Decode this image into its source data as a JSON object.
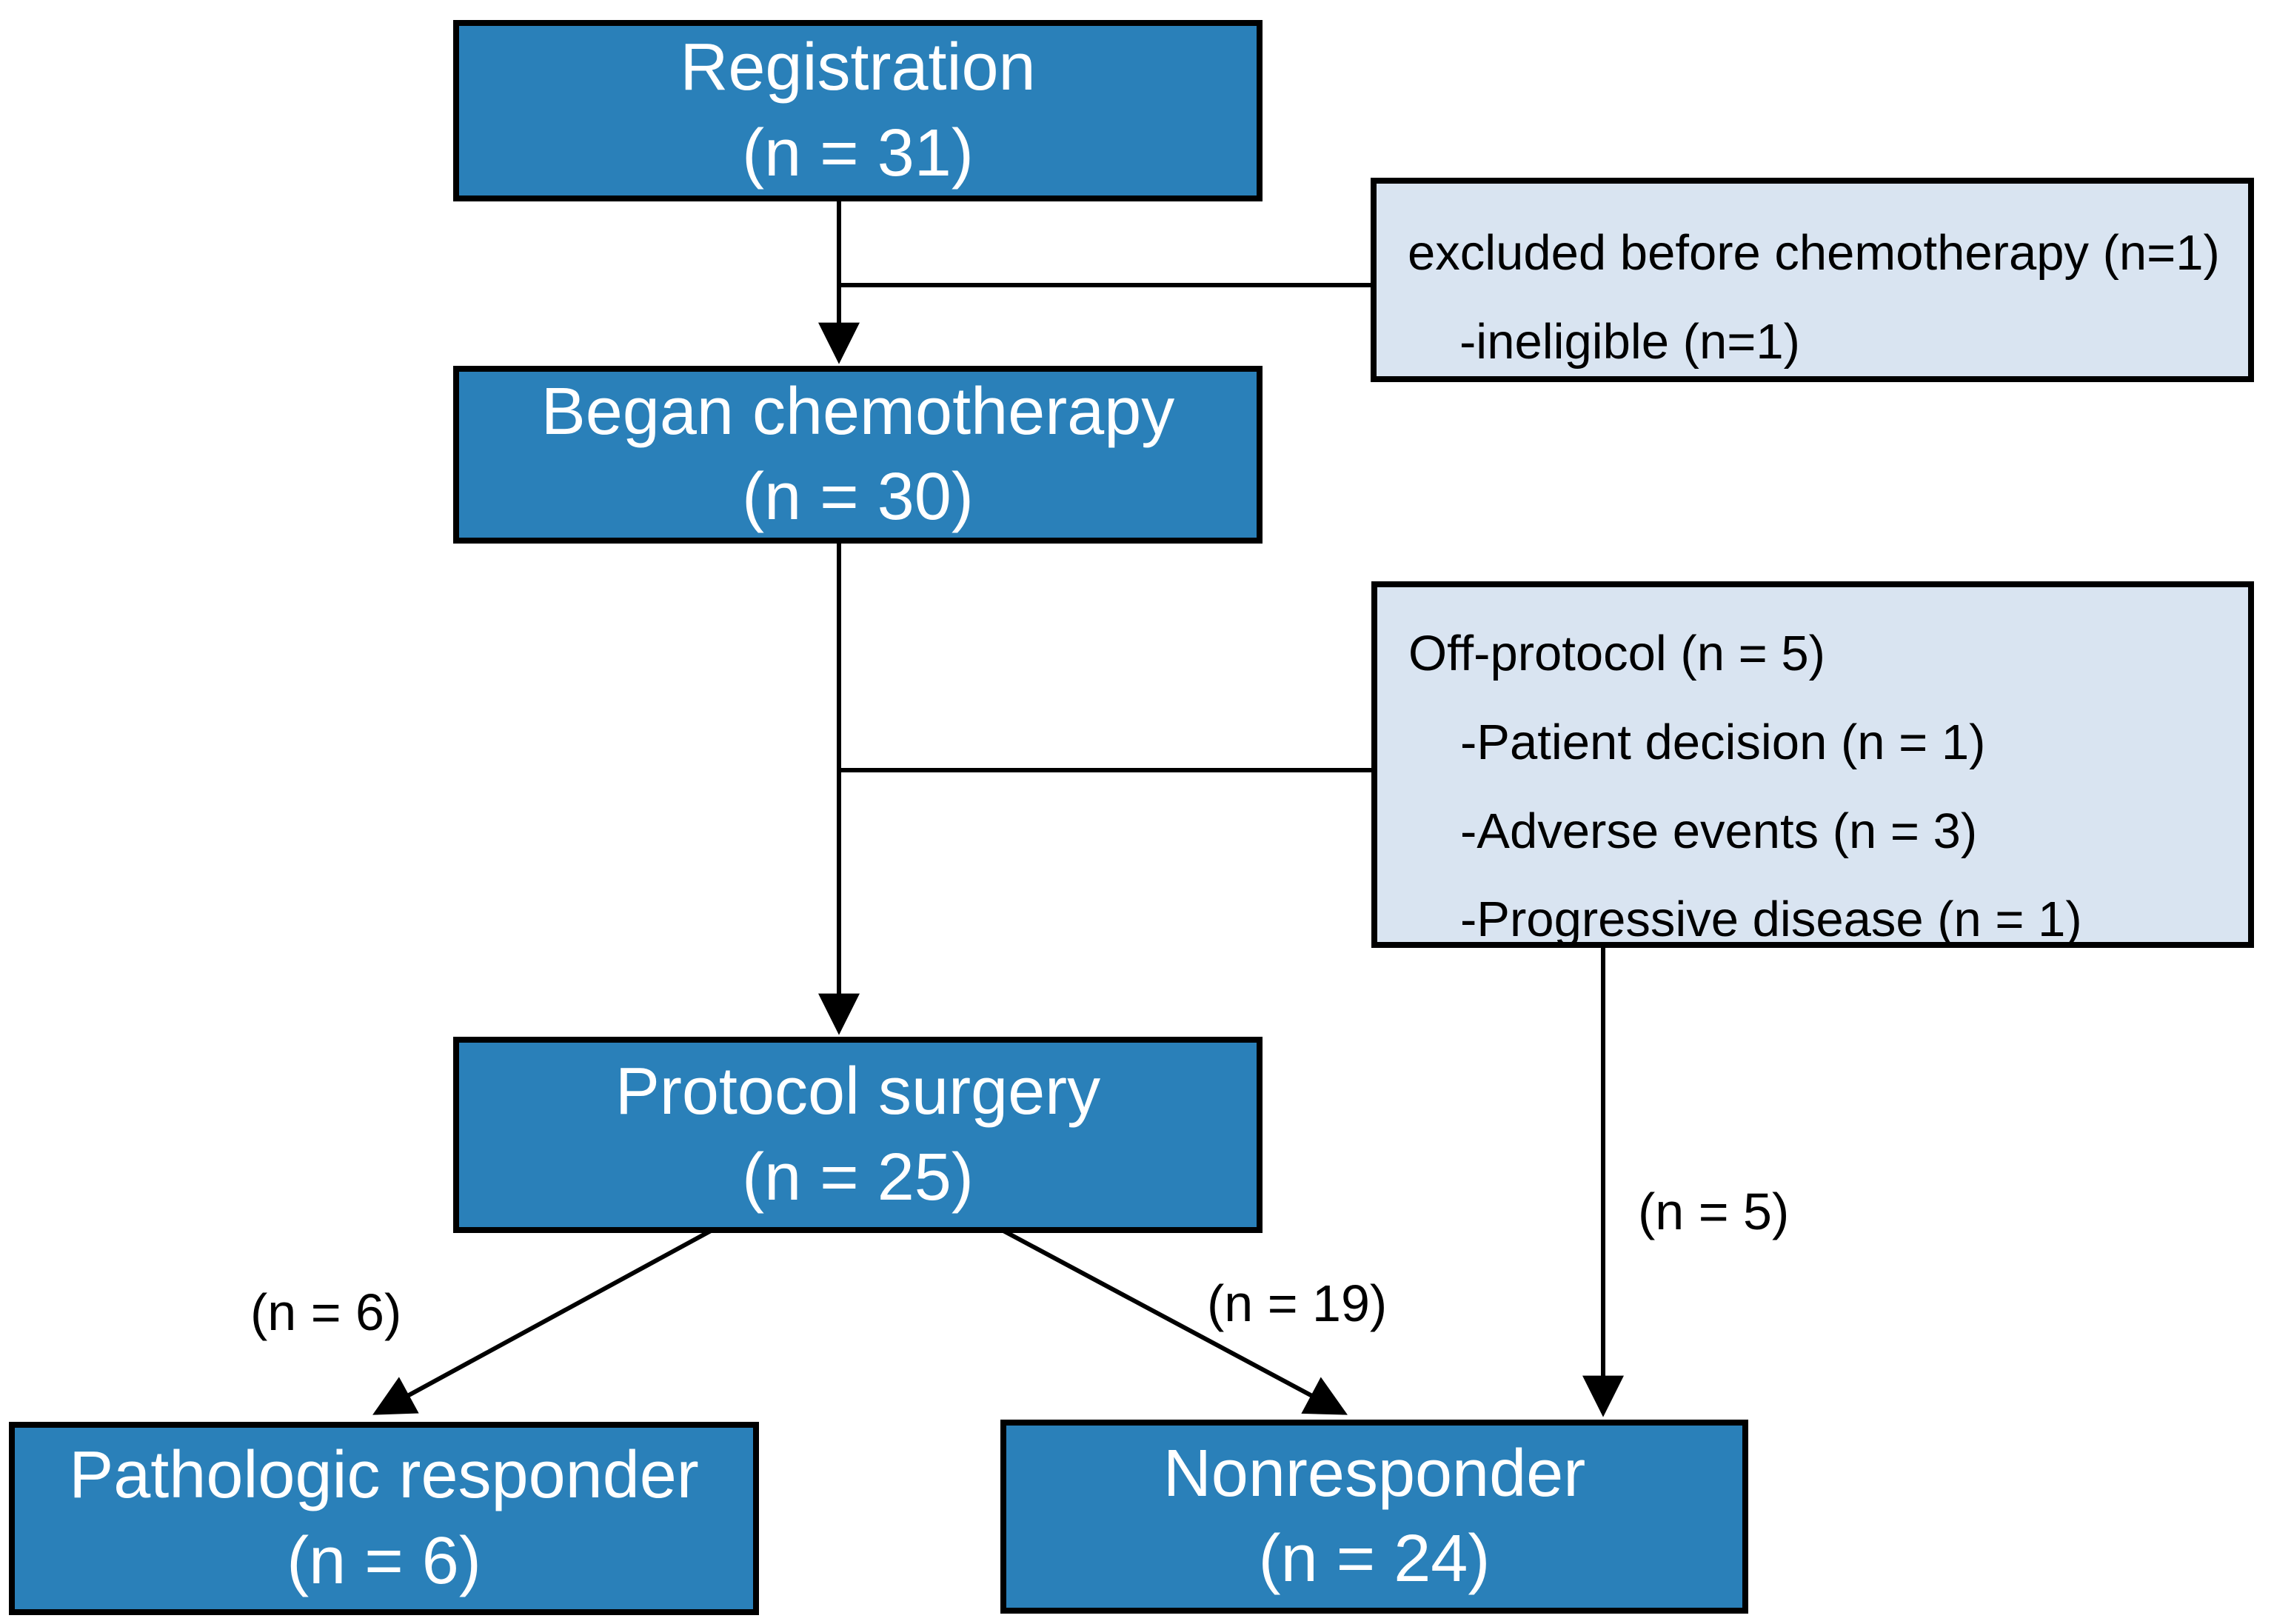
{
  "figure": {
    "type": "patient-flow-diagram",
    "boxes": {
      "registration": {
        "label": "Registration",
        "count": "(n = 31)"
      },
      "began_chemotherapy": {
        "label": "Began chemotherapy",
        "count": "(n = 30)"
      },
      "protocol_surgery": {
        "label": "Protocol surgery",
        "count": "(n = 25)"
      },
      "pathologic_responder": {
        "label": "Pathologic responder",
        "count": "(n = 6)"
      },
      "nonresponder": {
        "label": "Nonresponder",
        "count": "(n = 24)"
      }
    },
    "side_boxes": {
      "excluded": {
        "lines": [
          "excluded before chemotherapy (n=1)",
          "-ineligible (n=1)"
        ]
      },
      "off_protocol": {
        "lines": [
          "Off-protocol (n = 5)",
          "-Patient decision (n = 1)",
          "-Adverse events (n = 3)",
          "-Progressive disease (n = 1)"
        ]
      }
    },
    "edge_labels": {
      "to_responder": "(n = 6)",
      "to_nonresponder": "(n = 19)",
      "off_protocol_to_nonresponder": "(n = 5)"
    },
    "colors": {
      "box_fill": "#2a80b9",
      "side_box_fill": "#d9e4f1",
      "line": "#000000",
      "box_text": "#ffffff",
      "side_box_text": "#000000"
    }
  }
}
